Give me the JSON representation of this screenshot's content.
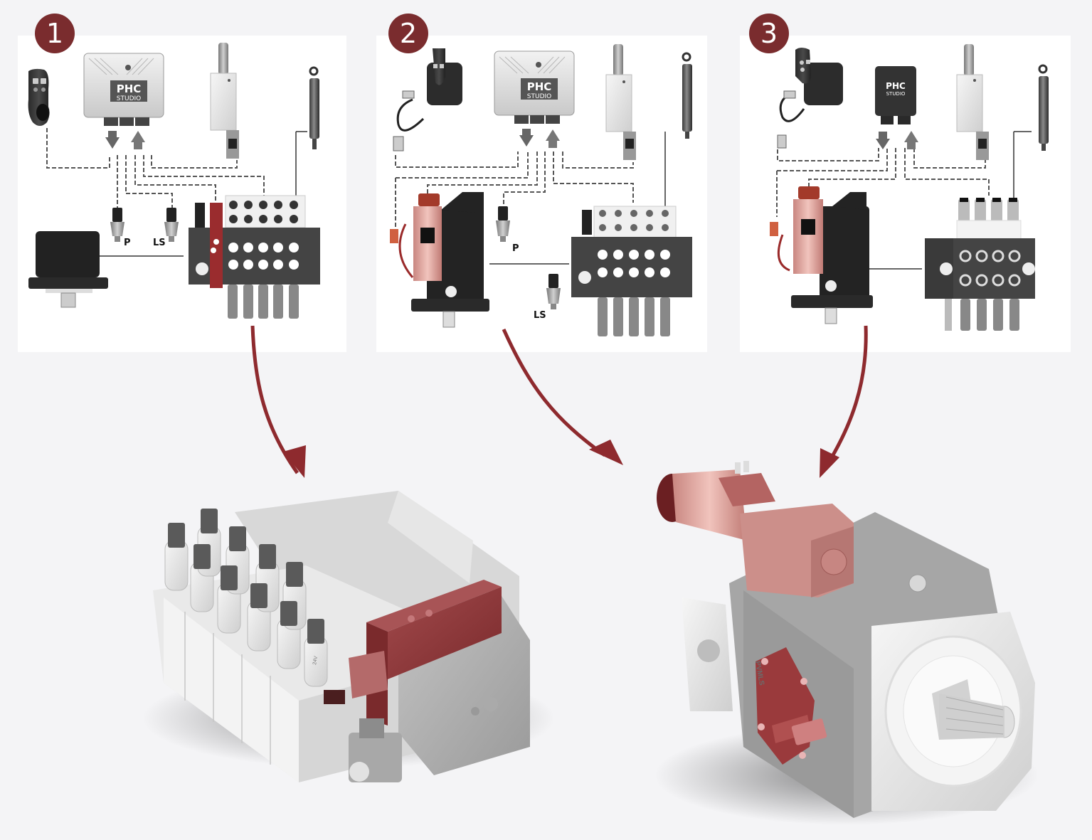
{
  "colors": {
    "background": "#f4f4f6",
    "panel": "#ffffff",
    "badge": "#7a2c2e",
    "arrow": "#8e2a2e",
    "highlight_red": "#8b3a3c",
    "highlight_pink": "#d9a09c"
  },
  "panels": [
    {
      "number": "1",
      "ecu_brand": "PHC",
      "ecu_sub": "STUDIO",
      "sensor_labels": [
        "P",
        "LS"
      ],
      "components": [
        "joystick-icon",
        "ecu-module-icon",
        "proportional-valve-icon",
        "hydraulic-cylinder-icon",
        "pump-icon",
        "pressure-sensor-icon",
        "directional-valve-block-icon"
      ]
    },
    {
      "number": "2",
      "ecu_brand": "PHC",
      "ecu_sub": "STUDIO",
      "sensor_labels": [
        "P",
        "LS"
      ],
      "components": [
        "joystick-icon",
        "ecu-module-icon",
        "proportional-valve-icon",
        "hydraulic-cylinder-icon",
        "electronic-pump-icon",
        "pressure-sensor-icon",
        "directional-valve-block-icon"
      ]
    },
    {
      "number": "3",
      "ecu_brand": "PHC",
      "ecu_sub": "STUDIO",
      "sensor_labels": [],
      "components": [
        "joystick-icon",
        "compact-ecu-icon",
        "proportional-valve-icon",
        "hydraulic-cylinder-icon",
        "electronic-pump-icon",
        "electro-valve-block-icon"
      ]
    }
  ],
  "renders": {
    "valve": {
      "coil_text": "24V"
    },
    "pump": {
      "brand_mark": "PVMLS"
    }
  }
}
